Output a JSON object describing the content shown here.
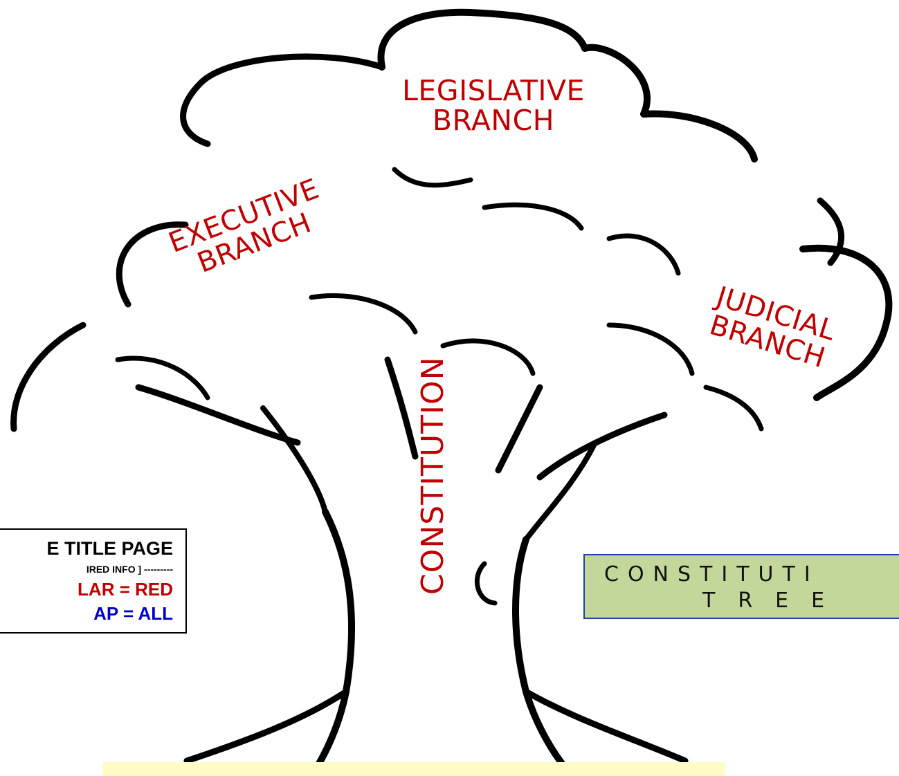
{
  "branches": {
    "legislative": {
      "line1": "LEGISLATIVE",
      "line2": "BRANCH"
    },
    "executive": {
      "line1": "EXECUTIVE",
      "line2": "BRANCH"
    },
    "judicial": {
      "line1": "JUDICIAL",
      "line2": "BRANCH"
    }
  },
  "trunk_label": "CONSTITUTION",
  "info_box": {
    "line1": "E TITLE PAGE",
    "line2": "IRED INFO ] ---------",
    "line3": "LAR = RED",
    "line4": "AP = ALL"
  },
  "title_box": {
    "line1": "CONSTITUTI",
    "line2": "TREE"
  },
  "colors": {
    "label_red": "#c00000",
    "legend_blue": "#0000cc",
    "title_fill": "#c4d79b",
    "title_border": "#1f3fae",
    "bottom_band": "#fffcc8"
  }
}
